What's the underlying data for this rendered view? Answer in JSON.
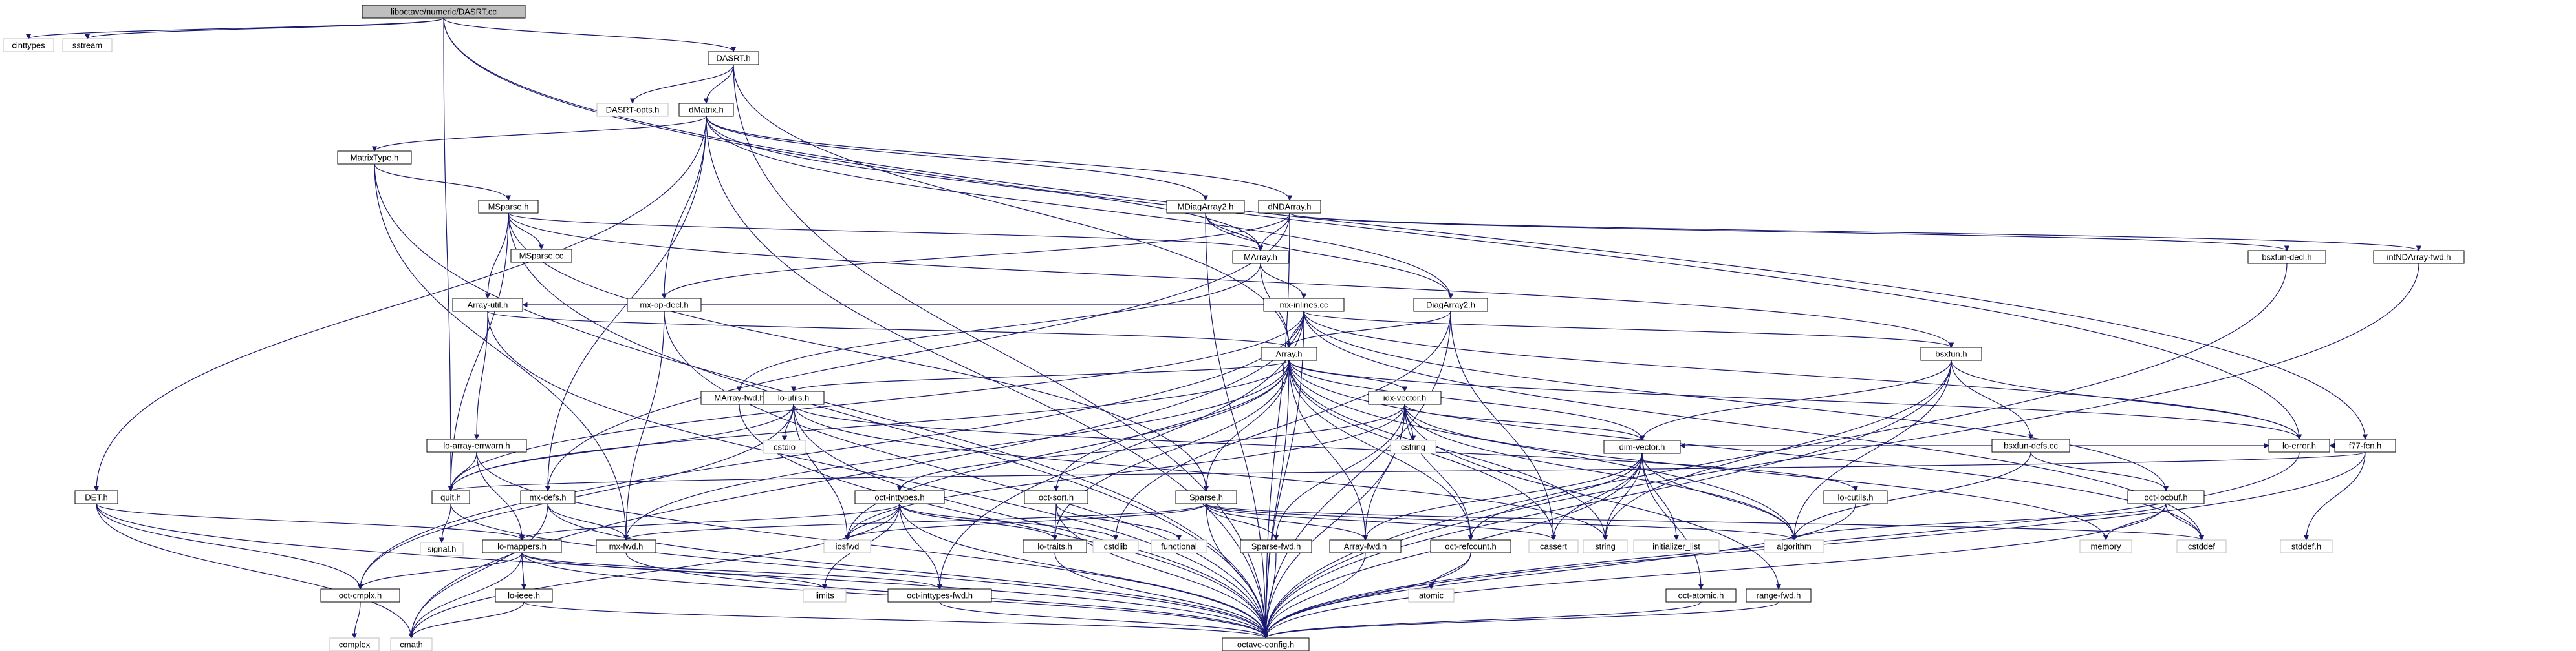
{
  "title": "liboctave/numeric/DASRT.cc",
  "colors": {
    "edge": "#191970",
    "node_border": "#000000",
    "node_border_external": "#bfbfbf",
    "root_fill": "#bfbfbf",
    "node_fill": "#ffffff",
    "text": "#000000"
  },
  "nodes": [
    {
      "id": "root",
      "label": "liboctave/numeric/DASRT.cc",
      "root": true
    },
    {
      "id": "cinttypes",
      "label": "cinttypes",
      "external": true
    },
    {
      "id": "sstream",
      "label": "sstream",
      "external": true
    },
    {
      "id": "dasrt_h",
      "label": "DASRT.h"
    },
    {
      "id": "dasrtopts",
      "label": "DASRT-opts.h",
      "external": true
    },
    {
      "id": "dmatrix",
      "label": "dMatrix.h"
    },
    {
      "id": "matrixtype",
      "label": "MatrixType.h"
    },
    {
      "id": "msparse_h",
      "label": "MSparse.h"
    },
    {
      "id": "msparse_cc",
      "label": "MSparse.cc"
    },
    {
      "id": "mdiagarray2",
      "label": "MDiagArray2.h"
    },
    {
      "id": "dndarray",
      "label": "dNDArray.h"
    },
    {
      "id": "marray",
      "label": "MArray.h"
    },
    {
      "id": "bsxfun_decl",
      "label": "bsxfun-decl.h"
    },
    {
      "id": "intndarray_fwd",
      "label": "intNDArray-fwd.h"
    },
    {
      "id": "mxinlines",
      "label": "mx-inlines.cc"
    },
    {
      "id": "arrayutil",
      "label": "Array-util.h"
    },
    {
      "id": "mxopdecl",
      "label": "mx-op-decl.h"
    },
    {
      "id": "diagarray2",
      "label": "DiagArray2.h"
    },
    {
      "id": "marray_fwd",
      "label": "MArray-fwd.h"
    },
    {
      "id": "array",
      "label": "Array.h"
    },
    {
      "id": "bsxfun_h",
      "label": "bsxfun.h"
    },
    {
      "id": "f77",
      "label": "f77-fcn.h"
    },
    {
      "id": "loarrayerrwarn",
      "label": "lo-array-errwarn.h"
    },
    {
      "id": "loutils",
      "label": "lo-utils.h"
    },
    {
      "id": "idxvector",
      "label": "idx-vector.h"
    },
    {
      "id": "bsxfundefs",
      "label": "bsxfun-defs.cc"
    },
    {
      "id": "det",
      "label": "DET.h"
    },
    {
      "id": "quit",
      "label": "quit.h"
    },
    {
      "id": "mxdefs",
      "label": "mx-defs.h"
    },
    {
      "id": "cstdio",
      "label": "cstdio",
      "external": true
    },
    {
      "id": "cstring",
      "label": "cstring",
      "external": true
    },
    {
      "id": "dimvector",
      "label": "dim-vector.h"
    },
    {
      "id": "locutils",
      "label": "lo-cutils.h"
    },
    {
      "id": "octlocbuf",
      "label": "oct-locbuf.h"
    },
    {
      "id": "octinttypes",
      "label": "oct-inttypes.h"
    },
    {
      "id": "octsort",
      "label": "oct-sort.h"
    },
    {
      "id": "sparse",
      "label": "Sparse.h"
    },
    {
      "id": "signal",
      "label": "signal.h",
      "external": true
    },
    {
      "id": "lomappers",
      "label": "lo-mappers.h"
    },
    {
      "id": "mxfwd",
      "label": "mx-fwd.h"
    },
    {
      "id": "iosfwd",
      "label": "iosfwd",
      "external": true
    },
    {
      "id": "lotraits",
      "label": "lo-traits.h"
    },
    {
      "id": "cstdlib",
      "label": "cstdlib",
      "external": true
    },
    {
      "id": "functional",
      "label": "functional",
      "external": true
    },
    {
      "id": "sparsefwd",
      "label": "Sparse-fwd.h"
    },
    {
      "id": "arrayfwd",
      "label": "Array-fwd.h"
    },
    {
      "id": "octrefcount",
      "label": "oct-refcount.h"
    },
    {
      "id": "cassert",
      "label": "cassert",
      "external": true
    },
    {
      "id": "string",
      "label": "string",
      "external": true
    },
    {
      "id": "initlist",
      "label": "initializer_list",
      "external": true
    },
    {
      "id": "algorithm",
      "label": "algorithm",
      "external": true
    },
    {
      "id": "memory",
      "label": "memory",
      "external": true
    },
    {
      "id": "cstddef",
      "label": "cstddef",
      "external": true
    },
    {
      "id": "stddef",
      "label": "stddef.h",
      "external": true
    },
    {
      "id": "loerror",
      "label": "lo-error.h"
    },
    {
      "id": "octcmplx",
      "label": "oct-cmplx.h"
    },
    {
      "id": "loieee",
      "label": "lo-ieee.h"
    },
    {
      "id": "limits",
      "label": "limits",
      "external": true
    },
    {
      "id": "octinttypesfwd",
      "label": "oct-inttypes-fwd.h"
    },
    {
      "id": "atomic",
      "label": "atomic",
      "external": true
    },
    {
      "id": "octatomic",
      "label": "oct-atomic.h"
    },
    {
      "id": "rangefwd",
      "label": "range-fwd.h"
    },
    {
      "id": "complex",
      "label": "complex",
      "external": true
    },
    {
      "id": "cmath",
      "label": "cmath",
      "external": true
    },
    {
      "id": "octaveconfig",
      "label": "octave-config.h"
    }
  ]
}
